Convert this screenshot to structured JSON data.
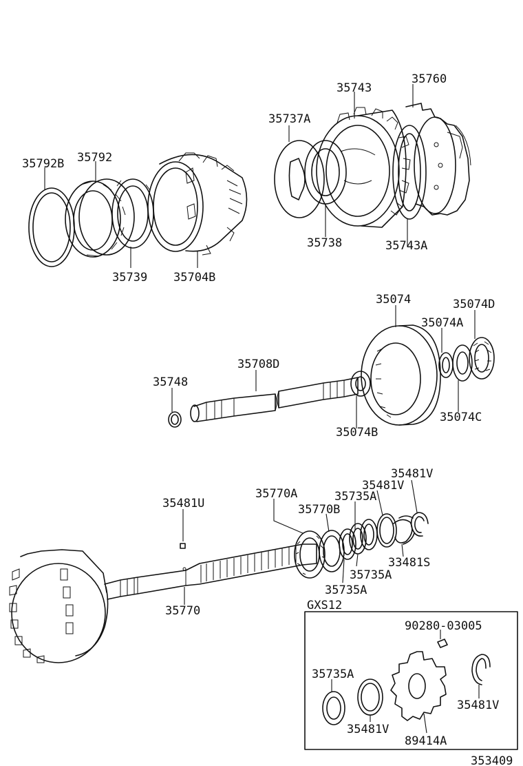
{
  "diagram_id": "353409",
  "inset_title": "GXS12",
  "labels": {
    "p35792B": "35792B",
    "p35792": "35792",
    "p35739": "35739",
    "p35704B": "35704B",
    "p35737A": "35737A",
    "p35743": "35743",
    "p35760": "35760",
    "p35738": "35738",
    "p35743A": "35743A",
    "p35074": "35074",
    "p35074D": "35074D",
    "p35074A": "35074A",
    "p35074C": "35074C",
    "p35074B": "35074B",
    "p35708D": "35708D",
    "p35748": "35748",
    "p35481V_top": "35481V",
    "p35481V_mid": "35481V",
    "p35770A": "35770A",
    "p35735A_top": "35735A",
    "p35481U": "35481U",
    "p35770B": "35770B",
    "p33481S": "33481S",
    "p35735A_mid": "35735A",
    "p35735A_low": "35735A",
    "p35770": "35770",
    "p90280": "90280-03005",
    "p35735A_inset": "35735A",
    "p35481V_inset_right": "35481V",
    "p35481V_inset_left": "35481V",
    "p89414A": "89414A"
  }
}
